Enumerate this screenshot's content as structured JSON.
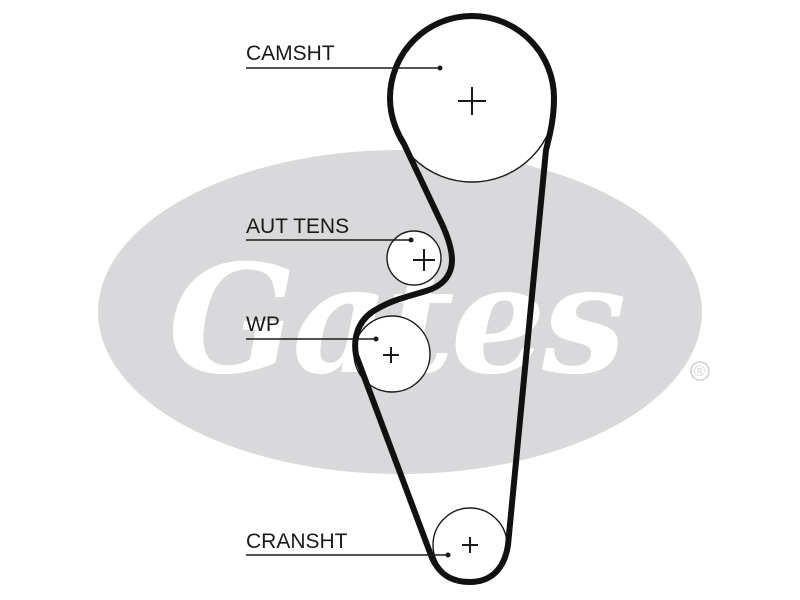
{
  "logo": {
    "text": "Gates",
    "registered_mark": "®",
    "color": "#d9d9dc"
  },
  "labels": {
    "camshaft": "CAMSHT",
    "tensioner": "AUT TENS",
    "water_pump": "WP",
    "crankshaft": "CRANSHT"
  },
  "colors": {
    "belt": "#111111",
    "line": "#1a1a1a",
    "background": "#ffffff"
  }
}
